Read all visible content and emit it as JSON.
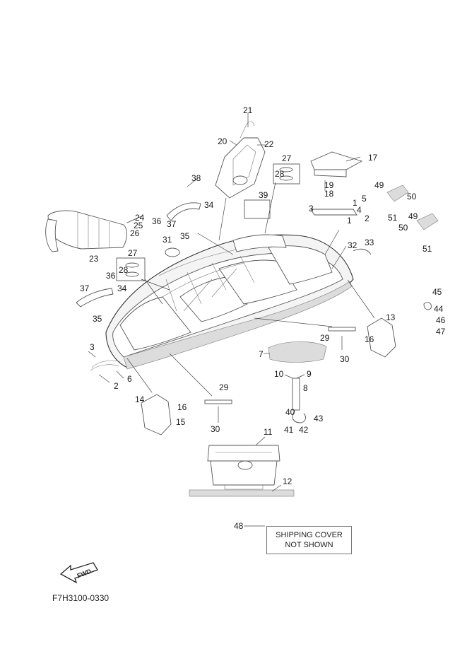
{
  "drawing_code": "F7H3100-0330",
  "shipping_note": {
    "line1": "SHIPPING COVER",
    "line2": "NOT SHOWN"
  },
  "fwd_label": "FWD",
  "callouts": [
    "1",
    "1",
    "2",
    "2",
    "3",
    "3",
    "4",
    "5",
    "6",
    "7",
    "8",
    "9",
    "10",
    "11",
    "12",
    "13",
    "14",
    "15",
    "16",
    "16",
    "17",
    "18",
    "19",
    "20",
    "21",
    "22",
    "23",
    "24",
    "25",
    "26",
    "27",
    "27",
    "28",
    "28",
    "29",
    "29",
    "30",
    "30",
    "31",
    "32",
    "33",
    "34",
    "34",
    "35",
    "35",
    "36",
    "36",
    "37",
    "37",
    "38",
    "39",
    "40",
    "41",
    "42",
    "43",
    "44",
    "45",
    "46",
    "47",
    "48",
    "49",
    "49",
    "50",
    "50",
    "51",
    "51"
  ]
}
